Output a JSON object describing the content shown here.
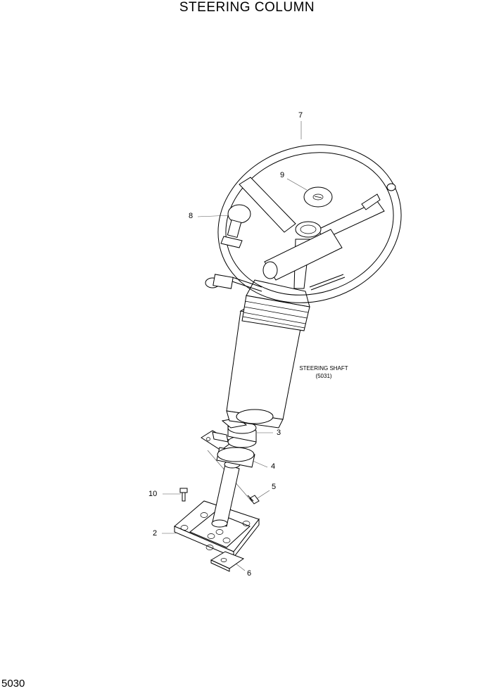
{
  "title": "STEERING COLUMN",
  "page_number": "5030",
  "reference": {
    "line1": "STEERING SHAFT",
    "line2": "(5031)"
  },
  "callouts": [
    "7",
    "9",
    "8",
    "3",
    "4",
    "5",
    "10",
    "2",
    "6"
  ]
}
